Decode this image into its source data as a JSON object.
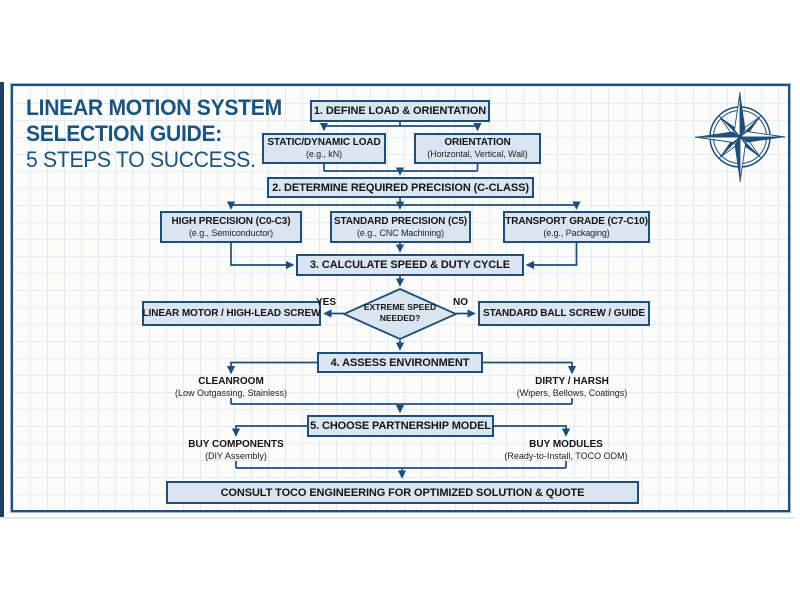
{
  "header": {
    "title_line1": "LINEAR MOTION SYSTEM",
    "title_line2": "SELECTION GUIDE:",
    "title_line3": "5 STEPS TO SUCCESS."
  },
  "flow": {
    "step1": "1. DEFINE LOAD & ORIENTATION",
    "load_title": "STATIC/DYNAMIC LOAD",
    "load_sub": "(e.g., kN)",
    "orientation_title": "ORIENTATION",
    "orientation_sub": "(Horizontal, Vertical, Wall)",
    "step2": "2. DETERMINE REQUIRED PRECISION (C-CLASS)",
    "high_title": "HIGH PRECISION (C0-C3)",
    "high_sub": "(e.g., Semiconductor)",
    "std_title": "STANDARD PRECISION (C5)",
    "std_sub": "(e.g., CNC Machining)",
    "transport_title": "TRANSPORT GRADE (C7-C10)",
    "transport_sub": "(e.g., Packaging)",
    "step3": "3. CALCULATE SPEED & DUTY CYCLE",
    "decision_line1": "EXTREME SPEED",
    "decision_line2": "NEEDED?",
    "yes_label": "YES",
    "no_label": "NO",
    "yes_result": "LINEAR MOTOR / HIGH-LEAD SCREW",
    "no_result": "STANDARD BALL SCREW / GUIDE",
    "step4": "4. ASSESS ENVIRONMENT",
    "cleanroom_title": "CLEANROOM",
    "cleanroom_sub": "(Low Outgassing, Stainless)",
    "dirty_title": "DIRTY / HARSH",
    "dirty_sub": "(Wipers, Bellows, Coatings)",
    "step5": "5. CHOOSE PARTNERSHIP MODEL",
    "components_title": "BUY COMPONENTS",
    "components_sub": "(DIY Assembly)",
    "modules_title": "BUY MODULES",
    "modules_sub": "(Ready-to-Install, TOCO ODM)",
    "final": "CONSULT TOCO ENGINEERING FOR OPTIMIZED SOLUTION & QUOTE"
  },
  "icons": {
    "compass": "compass-rose"
  },
  "colors": {
    "navy": "#1f4e79",
    "title_blue": "#1a5580",
    "box_fill": "#d9e6f2",
    "grid_line": "#e3eaf2",
    "text_dark": "#141414"
  }
}
